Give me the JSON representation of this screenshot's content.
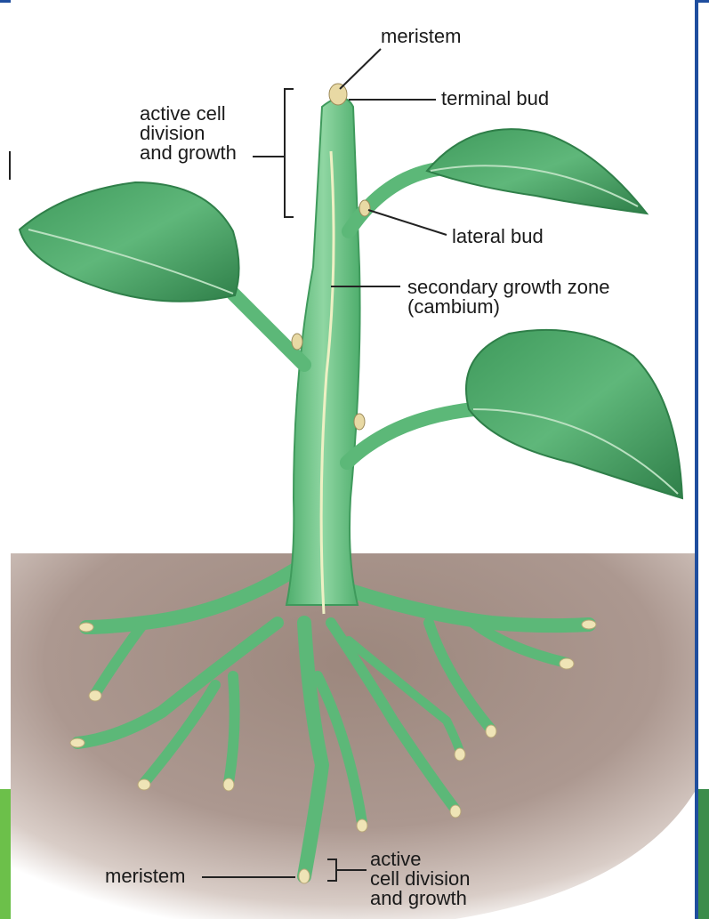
{
  "labels": {
    "meristem_top": "meristem",
    "terminal_bud": "terminal bud",
    "active_top": [
      "active cell",
      "division",
      "and growth"
    ],
    "lateral_bud": "lateral bud",
    "secondary_zone": [
      "secondary growth zone",
      "(cambium)"
    ],
    "meristem_root": "meristem",
    "active_root": [
      "active",
      "cell division",
      "and growth"
    ]
  },
  "colors": {
    "soil": "#a8948a",
    "stem": "#7dcc91",
    "leaf": "#4ea86a",
    "frame_blue": "#1f4e9e",
    "cambium": "#eef0c4"
  }
}
